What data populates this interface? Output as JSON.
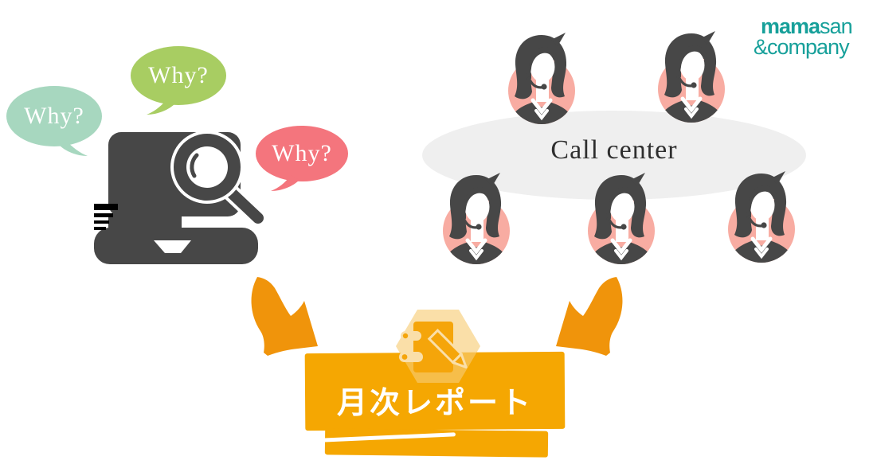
{
  "logo": {
    "line1_bold": "mama",
    "line1_rest": "san",
    "line2": "&company",
    "color": "#17A09A"
  },
  "bubbles": [
    {
      "text": "Why?",
      "color": "#A7D7BF"
    },
    {
      "text": "Why?",
      "color": "#A8CD62"
    },
    {
      "text": "Why?",
      "color": "#F4757D"
    }
  ],
  "call_center": {
    "label": "Call center",
    "operator_count": 5,
    "ellipse_color": "#EFEFEF"
  },
  "report_banner": {
    "label": "月次レポート",
    "color": "#F5A702"
  },
  "icons": {
    "laptop": "laptop-magnifier-icon",
    "operator": "call-operator-avatar",
    "report": "notepad-pencil-icon",
    "arrow": "curved-swoosh-arrow"
  },
  "colors": {
    "dark": "#474747",
    "black": "#000000",
    "avatar_pink": "#F8ACA2",
    "ellipse_gray": "#EFEFEF",
    "banner_orange": "#F5A702",
    "arrow_orange": "#F0940B",
    "hexagon_light": "#F7CC75",
    "pad_orange": "#F5A50A",
    "ring_light": "#FADFA9",
    "logo_teal": "#17A09A",
    "bubble_teal": "#A7D7BF",
    "bubble_green": "#A8CD62",
    "bubble_pink": "#F4757D"
  }
}
